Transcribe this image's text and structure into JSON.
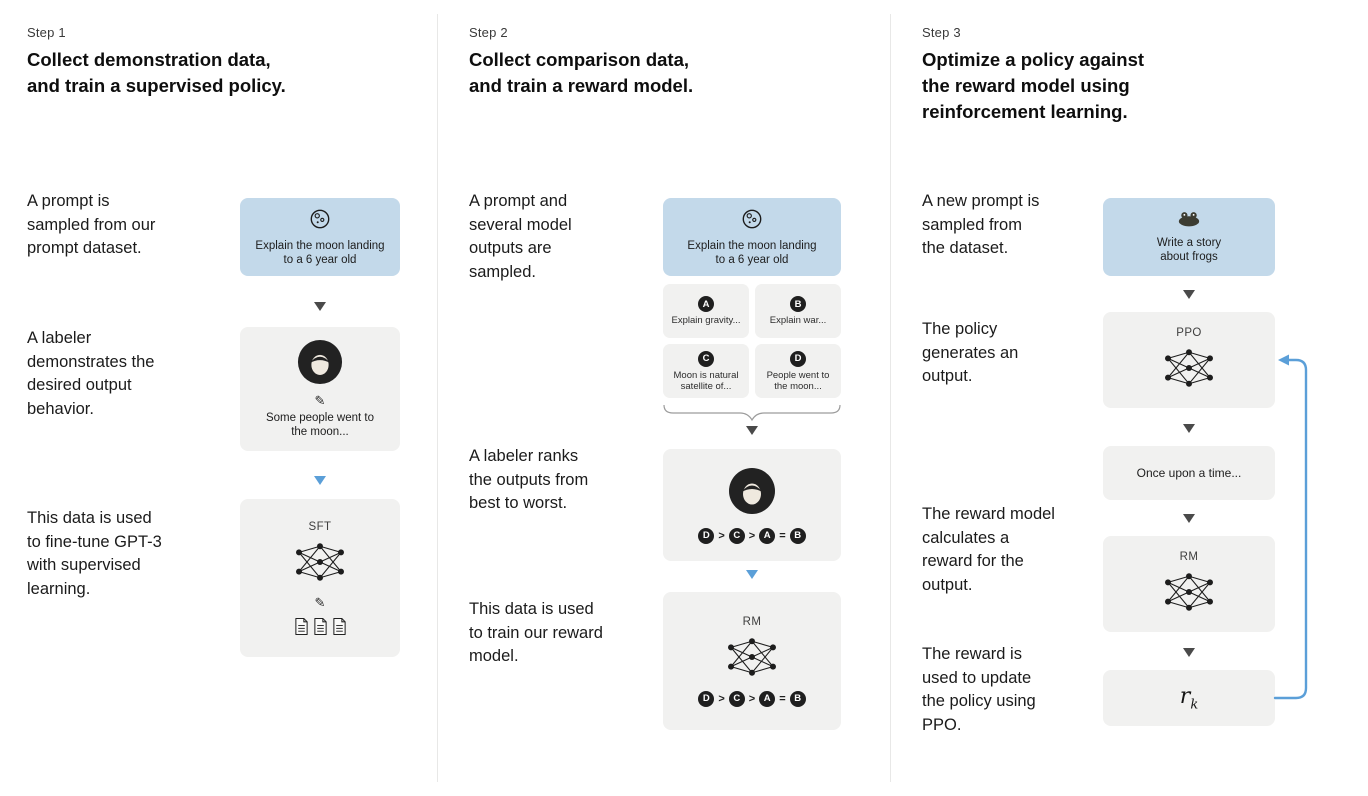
{
  "colors": {
    "prompt_card_bg": "#c3d9ea",
    "neutral_card_bg": "#f1f1f0",
    "blue_arrow": "#5b9fd8"
  },
  "steps": [
    {
      "label": "Step 1",
      "title_lines": [
        "Collect demonstration data,",
        "and train a supervised policy."
      ],
      "texts": [
        "A prompt is sampled from our prompt dataset.",
        "A labeler demonstrates the desired output behavior.",
        "This data is used to fine-tune GPT-3 with supervised learning."
      ],
      "prompt_card_text": "Explain the moon landing to a 6 year old",
      "labeler_card_text": "Some people went to the moon...",
      "model_card_label": "SFT"
    },
    {
      "label": "Step 2",
      "title_lines": [
        "Collect comparison data,",
        "and train a reward model."
      ],
      "texts": [
        "A prompt and several model outputs are sampled.",
        "A labeler ranks the outputs from best to worst.",
        "This data is used to train our reward model."
      ],
      "prompt_card_text": "Explain the moon landing to a 6 year old",
      "outputs": [
        {
          "badge": "A",
          "text": "Explain gravity..."
        },
        {
          "badge": "B",
          "text": "Explain war..."
        },
        {
          "badge": "C",
          "text": "Moon is natural satellite of..."
        },
        {
          "badge": "D",
          "text": "People went to the moon..."
        }
      ],
      "ranking": {
        "letters": [
          "D",
          "C",
          "A",
          "B"
        ],
        "ops": [
          ">",
          ">",
          "="
        ]
      },
      "model_card_label": "RM"
    },
    {
      "label": "Step 3",
      "title_lines": [
        "Optimize a policy against",
        "the reward model using",
        "reinforcement learning."
      ],
      "texts": [
        "A new prompt is sampled from the dataset.",
        "The policy generates an output.",
        "The reward model calculates a reward for the output.",
        "The reward is used to update the policy using PPO."
      ],
      "prompt_card_text": "Write a story about frogs",
      "policy_card_label": "PPO",
      "output_card_text": "Once upon a time...",
      "reward_model_card_label": "RM",
      "reward_symbol": "r",
      "reward_subscript": "k"
    }
  ]
}
